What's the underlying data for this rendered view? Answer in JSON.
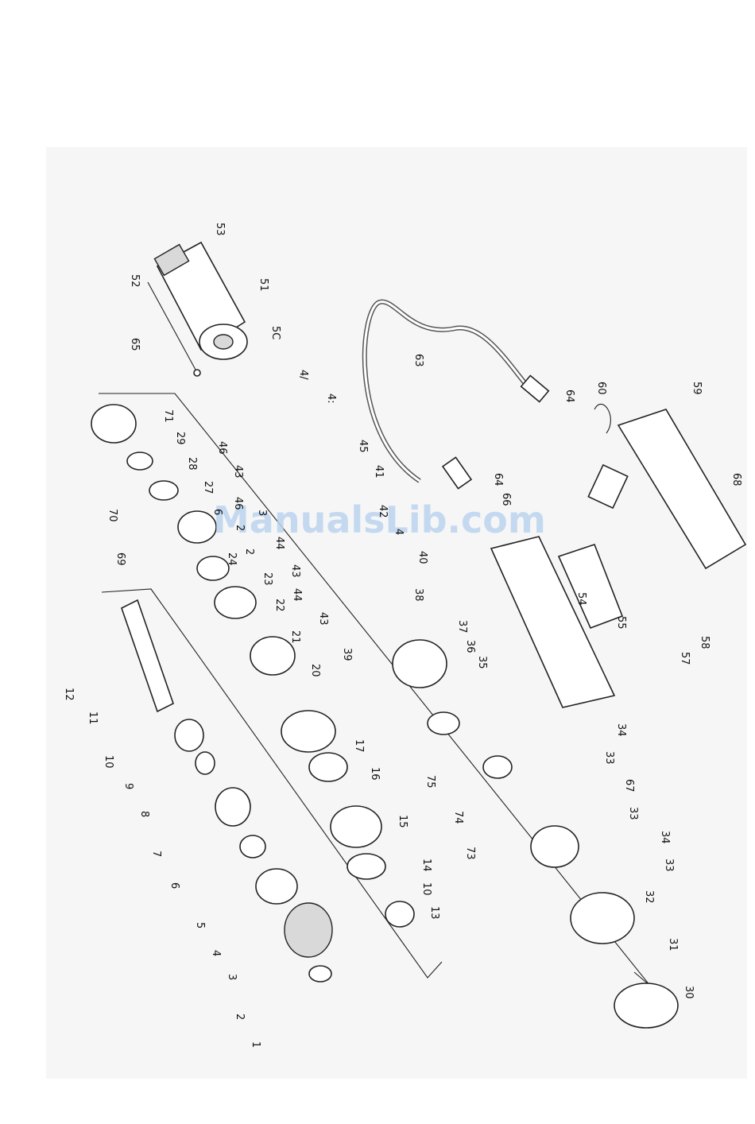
{
  "watermark": "ManualsLib.com",
  "callouts": [
    {
      "id": "c53",
      "text": "53"
    },
    {
      "id": "c52",
      "text": "52"
    },
    {
      "id": "c51",
      "text": "51"
    },
    {
      "id": "c50",
      "text": "5C"
    },
    {
      "id": "c65",
      "text": "65"
    },
    {
      "id": "c63",
      "text": "63"
    },
    {
      "id": "c64a",
      "text": "64"
    },
    {
      "id": "c64b",
      "text": "64"
    },
    {
      "id": "c47a",
      "text": "4/"
    },
    {
      "id": "c47b",
      "text": "4:"
    },
    {
      "id": "c46a",
      "text": "46"
    },
    {
      "id": "c43a",
      "text": "43"
    },
    {
      "id": "c46b",
      "text": "46"
    },
    {
      "id": "c3a",
      "text": "3"
    },
    {
      "id": "c45",
      "text": "45"
    },
    {
      "id": "c41a",
      "text": "41"
    },
    {
      "id": "c71",
      "text": "71"
    },
    {
      "id": "c29",
      "text": "29"
    },
    {
      "id": "c28",
      "text": "28"
    },
    {
      "id": "c27",
      "text": "27"
    },
    {
      "id": "c6a",
      "text": "6"
    },
    {
      "id": "c70",
      "text": "70"
    },
    {
      "id": "c69",
      "text": "69"
    },
    {
      "id": "c26",
      "text": "2"
    },
    {
      "id": "c25",
      "text": "2"
    },
    {
      "id": "c24",
      "text": "24"
    },
    {
      "id": "c23",
      "text": "23"
    },
    {
      "id": "c22",
      "text": "22"
    },
    {
      "id": "c21",
      "text": "21"
    },
    {
      "id": "c20",
      "text": "20"
    },
    {
      "id": "c44a",
      "text": "44"
    },
    {
      "id": "c43b",
      "text": "43"
    },
    {
      "id": "c44b",
      "text": "44"
    },
    {
      "id": "c43c",
      "text": "43"
    },
    {
      "id": "c42",
      "text": "42"
    },
    {
      "id": "c41b",
      "text": "4"
    },
    {
      "id": "c40",
      "text": "40"
    },
    {
      "id": "c38",
      "text": "38"
    },
    {
      "id": "c39",
      "text": "39"
    },
    {
      "id": "c37",
      "text": "37"
    },
    {
      "id": "c36",
      "text": "36"
    },
    {
      "id": "c35",
      "text": "35"
    },
    {
      "id": "c66",
      "text": "66"
    },
    {
      "id": "c54",
      "text": "54"
    },
    {
      "id": "c55",
      "text": "55"
    },
    {
      "id": "c57",
      "text": "57"
    },
    {
      "id": "c58",
      "text": "58"
    },
    {
      "id": "c60",
      "text": "60"
    },
    {
      "id": "c59",
      "text": "59"
    },
    {
      "id": "c68",
      "text": "68"
    },
    {
      "id": "c12",
      "text": "12"
    },
    {
      "id": "c11",
      "text": "11"
    },
    {
      "id": "c10a",
      "text": "10"
    },
    {
      "id": "c9",
      "text": "9"
    },
    {
      "id": "c8",
      "text": "8"
    },
    {
      "id": "c7",
      "text": "7"
    },
    {
      "id": "c6b",
      "text": "6"
    },
    {
      "id": "c5",
      "text": "5"
    },
    {
      "id": "c4",
      "text": "4"
    },
    {
      "id": "c3b",
      "text": "3"
    },
    {
      "id": "c2",
      "text": "2"
    },
    {
      "id": "c1",
      "text": "1"
    },
    {
      "id": "c17",
      "text": "17"
    },
    {
      "id": "c16",
      "text": "16"
    },
    {
      "id": "c15",
      "text": "15"
    },
    {
      "id": "c14",
      "text": "14"
    },
    {
      "id": "c10b",
      "text": "10"
    },
    {
      "id": "c13",
      "text": "13"
    },
    {
      "id": "c75",
      "text": "75"
    },
    {
      "id": "c74",
      "text": "74"
    },
    {
      "id": "c73",
      "text": "73"
    },
    {
      "id": "c34a",
      "text": "34"
    },
    {
      "id": "c33a",
      "text": "33"
    },
    {
      "id": "c67",
      "text": "67"
    },
    {
      "id": "c33b",
      "text": "33"
    },
    {
      "id": "c34b",
      "text": "34"
    },
    {
      "id": "c33c",
      "text": "33"
    },
    {
      "id": "c32",
      "text": "32"
    },
    {
      "id": "c31",
      "text": "31"
    },
    {
      "id": "c30",
      "text": "30"
    }
  ]
}
